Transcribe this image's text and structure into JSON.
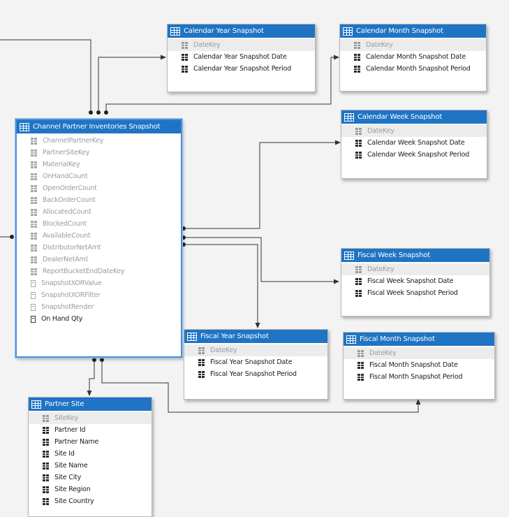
{
  "tables": {
    "cal_year": {
      "title": "Calendar Year Snapshot",
      "fields": [
        {
          "label": "DateKey",
          "hidden": true,
          "kind": "col"
        },
        {
          "label": "Calendar Year Snapshot Date",
          "hidden": false,
          "kind": "col"
        },
        {
          "label": "Calendar Year Snapshot Period",
          "hidden": false,
          "kind": "col"
        }
      ]
    },
    "cal_month": {
      "title": "Calendar Month Snapshot",
      "fields": [
        {
          "label": "DateKey",
          "hidden": true,
          "kind": "col"
        },
        {
          "label": "Calendar Month Snapshot Date",
          "hidden": false,
          "kind": "col"
        },
        {
          "label": "Calendar Month Snapshot Period",
          "hidden": false,
          "kind": "col"
        }
      ]
    },
    "cal_week": {
      "title": "Calendar Week Snapshot",
      "fields": [
        {
          "label": "DateKey",
          "hidden": true,
          "kind": "col"
        },
        {
          "label": "Calendar Week Snapshot Date",
          "hidden": false,
          "kind": "col"
        },
        {
          "label": "Calendar Week Snapshot Period",
          "hidden": false,
          "kind": "col"
        }
      ]
    },
    "channel": {
      "title": "Channel Partner Inventories Snapshot",
      "fields": [
        {
          "label": "ChannelPartnerKey",
          "hidden": true,
          "kind": "col"
        },
        {
          "label": "PartnerSiteKey",
          "hidden": true,
          "kind": "col"
        },
        {
          "label": "MaterialKey",
          "hidden": true,
          "kind": "col"
        },
        {
          "label": "OnHandCount",
          "hidden": true,
          "kind": "col"
        },
        {
          "label": "OpenOrderCount",
          "hidden": true,
          "kind": "col"
        },
        {
          "label": "BackOrderCount",
          "hidden": true,
          "kind": "col"
        },
        {
          "label": "AllocatedCount",
          "hidden": true,
          "kind": "col"
        },
        {
          "label": "BlockedCount",
          "hidden": true,
          "kind": "col"
        },
        {
          "label": "AvailableCount",
          "hidden": true,
          "kind": "col"
        },
        {
          "label": "DistributorNetAmt",
          "hidden": true,
          "kind": "col"
        },
        {
          "label": "DealerNetAmt",
          "hidden": true,
          "kind": "col"
        },
        {
          "label": "ReportBucketEndDateKey",
          "hidden": true,
          "kind": "col"
        },
        {
          "label": "SnapshotXORValue",
          "hidden": true,
          "kind": "calc"
        },
        {
          "label": "SnapshotXORFilter",
          "hidden": true,
          "kind": "calc"
        },
        {
          "label": "SnapshotRender",
          "hidden": true,
          "kind": "calc"
        },
        {
          "label": "On Hand Qty",
          "hidden": false,
          "kind": "calc"
        }
      ]
    },
    "fiscal_week": {
      "title": "Fiscal Week Snapshot",
      "fields": [
        {
          "label": "DateKey",
          "hidden": true,
          "kind": "col"
        },
        {
          "label": "Fiscal Week Snapshot Date",
          "hidden": false,
          "kind": "col"
        },
        {
          "label": "Fiscal Week Snapshot Period",
          "hidden": false,
          "kind": "col"
        }
      ]
    },
    "fiscal_year": {
      "title": "Fiscal Year Snapshot",
      "fields": [
        {
          "label": "DateKey",
          "hidden": true,
          "kind": "col"
        },
        {
          "label": "Fiscal Year Snapshot Date",
          "hidden": false,
          "kind": "col"
        },
        {
          "label": "Fiscal Year Snapshot Period",
          "hidden": false,
          "kind": "col"
        }
      ]
    },
    "fiscal_month": {
      "title": "Fiscal Month Snapshot",
      "fields": [
        {
          "label": "DateKey",
          "hidden": true,
          "kind": "col"
        },
        {
          "label": "Fiscal Month Snapshot Date",
          "hidden": false,
          "kind": "col"
        },
        {
          "label": "Fiscal Month Snapshot Period",
          "hidden": false,
          "kind": "col"
        }
      ]
    },
    "partner_site": {
      "title": "Partner Site",
      "fields": [
        {
          "label": "SiteKey",
          "hidden": true,
          "kind": "col"
        },
        {
          "label": "Partner Id",
          "hidden": false,
          "kind": "col"
        },
        {
          "label": "Partner Name",
          "hidden": false,
          "kind": "col"
        },
        {
          "label": "Site Id",
          "hidden": false,
          "kind": "col"
        },
        {
          "label": "Site Name",
          "hidden": false,
          "kind": "col"
        },
        {
          "label": "Site City",
          "hidden": false,
          "kind": "col"
        },
        {
          "label": "Site Region",
          "hidden": false,
          "kind": "col"
        },
        {
          "label": "Site Country",
          "hidden": false,
          "kind": "col"
        }
      ]
    }
  },
  "colors": {
    "header": "#1f74c4",
    "selected_border": "#4a90d9",
    "canvas": "#f3f3f3",
    "wire": "#333333"
  }
}
